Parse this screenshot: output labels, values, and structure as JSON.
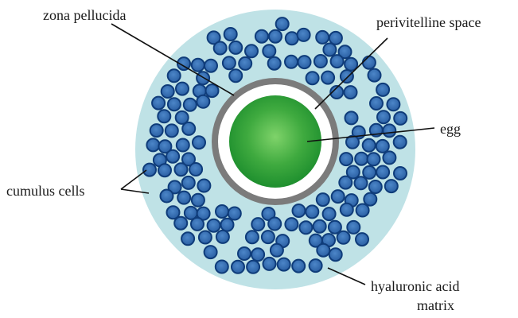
{
  "labels": {
    "zona_pellucida": "zona pellucida",
    "perivitelline_space": "perivitelline space",
    "egg": "egg",
    "cumulus_cells": "cumulus cells",
    "hyaluronic_acid_line1": "hyaluronic acid",
    "hyaluronic_acid_line2": "matrix"
  },
  "colors": {
    "matrix": "#bfe2e6",
    "cell_fill": "#2f6bb0",
    "cell_stroke": "#0f3c7a",
    "zona": "#7b7b7b",
    "perivitelline": "#ffffff",
    "egg_center": "#7fd36a",
    "egg_edge": "#1e8f2e",
    "line": "#111111"
  }
}
